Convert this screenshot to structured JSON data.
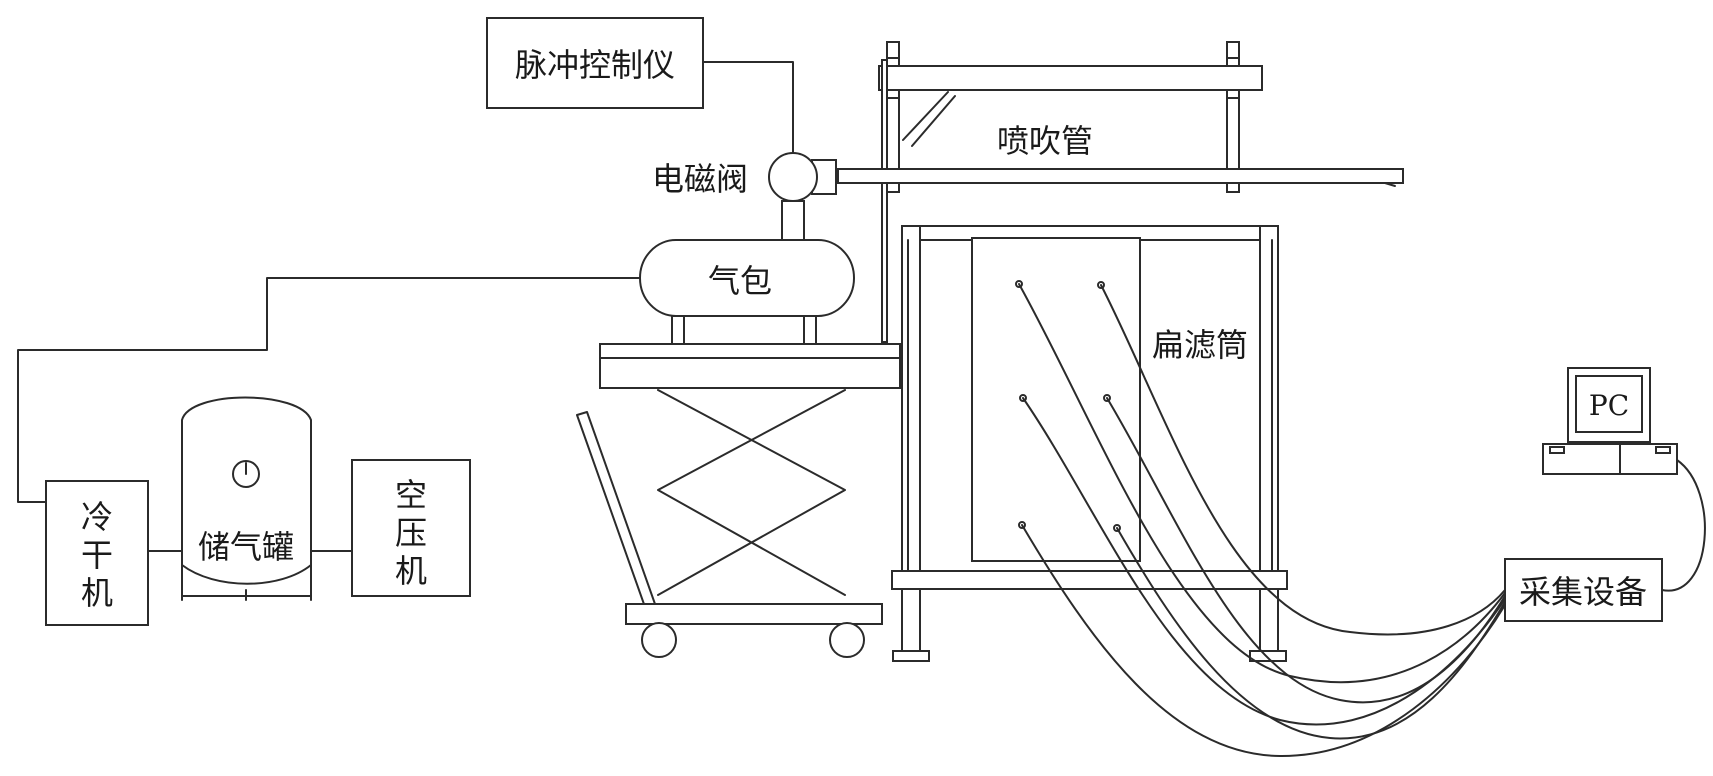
{
  "labels": {
    "pulse_controller": "脉冲控制仪",
    "solenoid_valve": "电磁阀",
    "blow_pipe": "喷吹管",
    "air_bag": "气包",
    "flat_filter": "扁滤筒",
    "dryer_line1": "冷",
    "dryer_line2": "干",
    "dryer_line3": "机",
    "storage_tank": "储气罐",
    "compressor_line1": "空",
    "compressor_line2": "压",
    "compressor_line3": "机",
    "pc": "PC",
    "acquisition": "采集设备"
  }
}
